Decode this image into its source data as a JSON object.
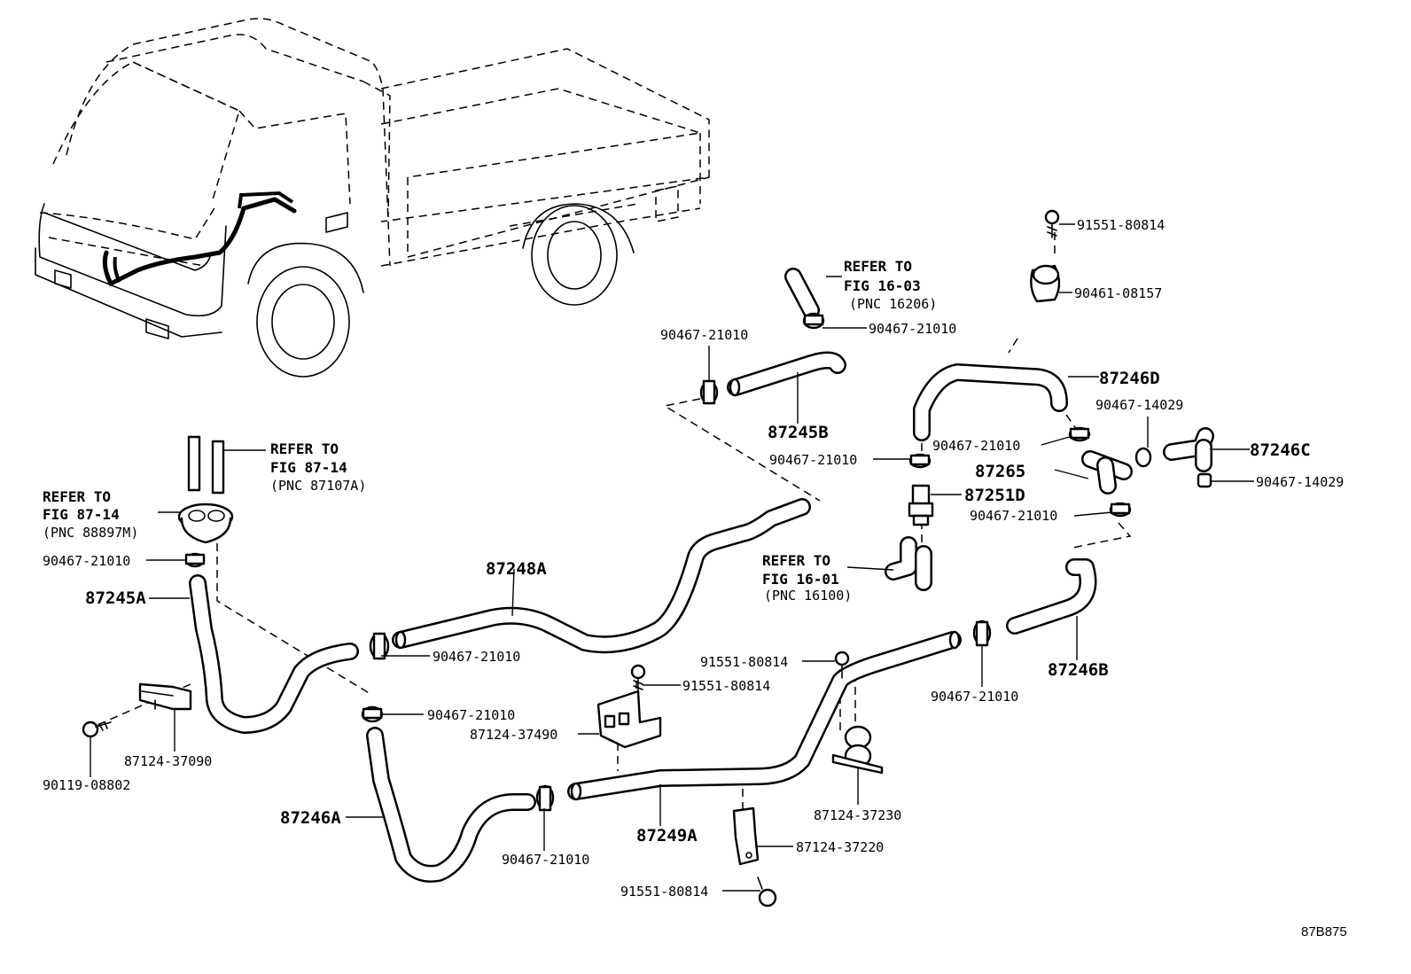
{
  "diagram_code": "87B875",
  "references": {
    "fig_16_03": {
      "line1": "REFER TO",
      "line2": "FIG 16-03",
      "line3": "(PNC 16206)"
    },
    "fig_87_14_a": {
      "line1": "REFER TO",
      "line2": "FIG 87-14",
      "line3": "(PNC 87107A)"
    },
    "fig_87_14_b": {
      "line1": "REFER TO",
      "line2": "FIG 87-14",
      "line3": "(PNC 88897M)"
    },
    "fig_16_01": {
      "line1": "REFER TO",
      "line2": "FIG 16-01",
      "line3": "(PNC 16100)"
    }
  },
  "hoses": {
    "h87245B": "87245B",
    "h87246D": "87246D",
    "h87246C": "87246C",
    "h87265": "87265",
    "h87251D": "87251D",
    "h87248A": "87248A",
    "h87245A": "87245A",
    "h87246B": "87246B",
    "h87246A": "87246A",
    "h87249A": "87249A"
  },
  "parts": {
    "bolt_top_right": "91551-80814",
    "clamp_90461": "90461-08157",
    "clip_top_hose": "90467-21010",
    "clip_87245B": "90467-21010",
    "clip_14029_a": "90467-14029",
    "clip_87246D": "90467-21010",
    "clip_87251D": "90467-21010",
    "clip_14029_b": "90467-14029",
    "clip_87265": "90467-21010",
    "clip_87245A": "90467-21010",
    "clip_87248A": "90467-21010",
    "bolt_mid_1": "91551-80814",
    "bolt_mid_2": "91551-80814",
    "clip_87246A": "90467-21010",
    "clip_87246B": "90467-21010",
    "bracket_37490": "87124-37490",
    "bracket_37090": "87124-37090",
    "bolt_90119": "90119-08802",
    "bracket_37230": "87124-37230",
    "clip_87249A": "90467-21010",
    "bracket_37220": "87124-37220",
    "bolt_bottom": "91551-80814"
  }
}
